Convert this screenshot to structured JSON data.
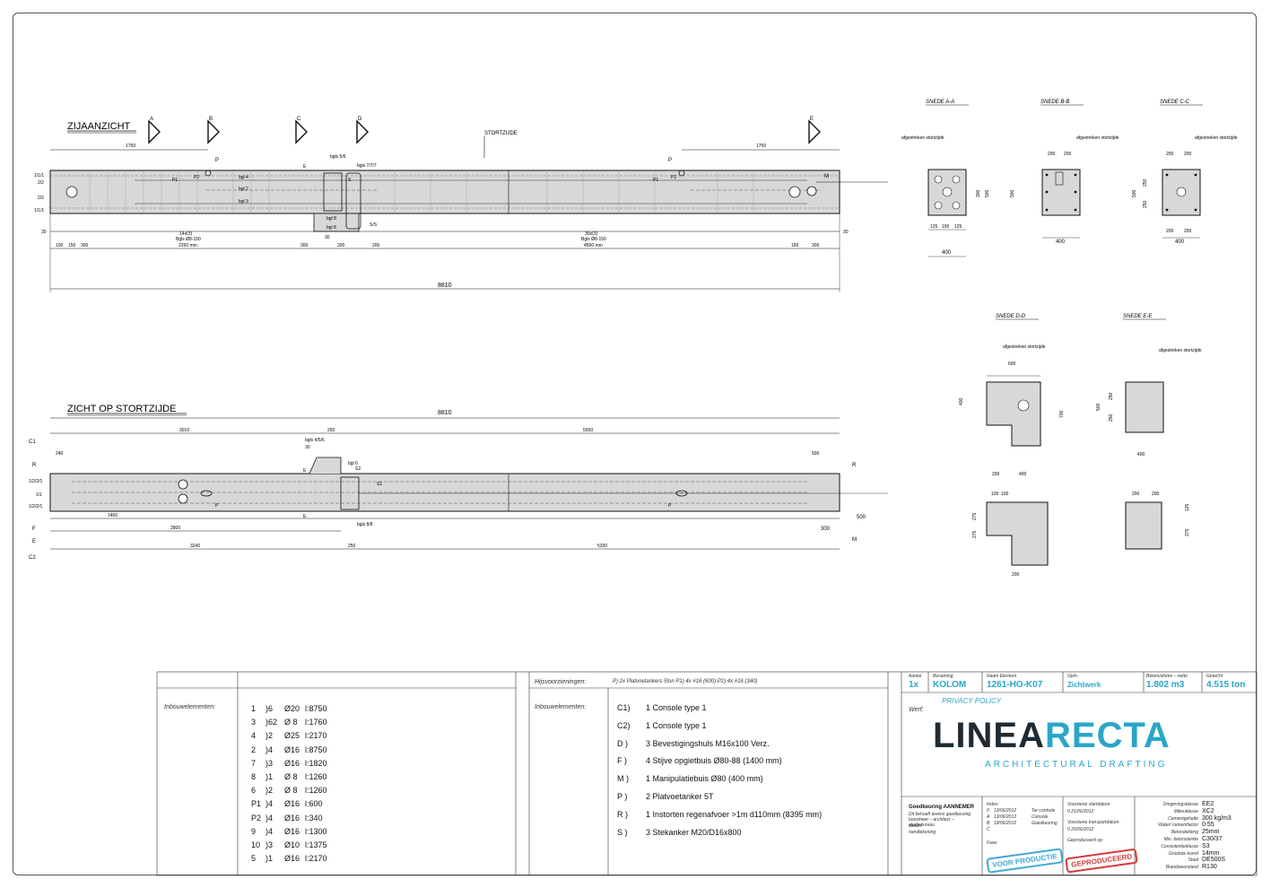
{
  "views": {
    "side": {
      "title": "ZIJAANZICHT",
      "length": "8810",
      "stortzijde": "STORTZIJDE",
      "dims_top": [
        "1750",
        "1750"
      ],
      "dims_bottom": [
        "100",
        "150",
        "300",
        "14x(3)",
        "Bgls Ø8-150",
        "2250 mm",
        "300",
        "200",
        "200",
        "30x(3)",
        "Bgls Ø8-150",
        "4500 mm",
        "150",
        "300"
      ],
      "section_marks": [
        "A",
        "B",
        "C",
        "D",
        "E"
      ],
      "edge_left": "30",
      "edge_right": "30",
      "labels": [
        "P",
        "P2",
        "P1",
        "P",
        "P2",
        "P1",
        "M",
        "E",
        "S",
        "bgls 5/6",
        "bgls 7/7/7",
        "bgl 4",
        "bgl 2",
        "bgl 3",
        "bgl 8",
        "bgl 8",
        "30",
        "S/S"
      ]
    },
    "top": {
      "title": "ZICHT OP STORTZIJDE",
      "length": "8810",
      "dims_top": [
        "3010",
        "250",
        "5550"
      ],
      "dims_bottom": [
        "1400",
        "2800",
        "3240",
        "250",
        "5330",
        "300",
        "500"
      ],
      "left_marks": [
        "C1",
        "R",
        "1/2/2/1",
        "1/1",
        "1/2/2/1",
        "F",
        "E",
        "C2"
      ],
      "right_marks": [
        "R",
        "M"
      ],
      "labels": [
        "240",
        "500",
        "bgls 4/5/6",
        "30",
        "bgl 6",
        "S2",
        "S1",
        "P",
        "P",
        "E",
        "E",
        "bgls 8/8"
      ]
    },
    "sections": [
      {
        "title": "SNEDE A-A",
        "width": "400",
        "height": "500",
        "dims": [
          "125",
          "150",
          "125",
          "300"
        ],
        "label": "afgestreken stortzijde"
      },
      {
        "title": "SNEDE B-B",
        "width": "400",
        "height": "500",
        "dims": [
          "200",
          "200"
        ],
        "label": "afgestreken stortzijde"
      },
      {
        "title": "SNEDE C-C",
        "width": "400",
        "height": "500",
        "dims": [
          "200",
          "200",
          "200",
          "200",
          "250",
          "250"
        ],
        "label": "afgestreken stortzijde"
      },
      {
        "title": "SNEDE D-D",
        "width": "600",
        "height": "700",
        "dims": [
          "200",
          "400",
          "400",
          "200",
          "100",
          "100",
          "275",
          "275"
        ],
        "label": "afgestreken stortzijde"
      },
      {
        "title": "SNEDE E-E",
        "width": "400",
        "height": "500",
        "dims": [
          "250",
          "250",
          "200",
          "200",
          "375",
          "125"
        ],
        "label": "afgestreken stortzijde"
      }
    ]
  },
  "rebar_table": {
    "header": "Inbouwelementen:",
    "rows": [
      {
        "pos": "1",
        "count": ")6",
        "dia": "Ø20",
        "len": "l:8750"
      },
      {
        "pos": "3",
        "count": ")62",
        "dia": "Ø 8",
        "len": "l:1760"
      },
      {
        "pos": "4",
        "count": ")2",
        "dia": "Ø25",
        "len": "l:2170"
      },
      {
        "pos": "2",
        "count": ")4",
        "dia": "Ø16",
        "len": "l:8750"
      },
      {
        "pos": "7",
        "count": ")3",
        "dia": "Ø16",
        "len": "l:1820"
      },
      {
        "pos": "8",
        "count": ")1",
        "dia": "Ø 8",
        "len": "l:1260"
      },
      {
        "pos": "6",
        "count": ")2",
        "dia": "Ø 8",
        "len": "l:1260"
      },
      {
        "pos": "P1",
        "count": ")4",
        "dia": "Ø16",
        "len": "l:600"
      },
      {
        "pos": "P2",
        "count": ")4",
        "dia": "Ø16",
        "len": "l:340"
      },
      {
        "pos": "9",
        "count": ")4",
        "dia": "Ø16",
        "len": "l:1300"
      },
      {
        "pos": "10",
        "count": ")3",
        "dia": "Ø10",
        "len": "l:1375"
      },
      {
        "pos": "5",
        "count": ")1",
        "dia": "Ø16",
        "len": "l:2170"
      }
    ]
  },
  "hoist_table": {
    "header": "Hijsvoorzieningen:",
    "hoist_text": "P)   2x  Platvoetankers 5ton   P1)   4x   #16 (600)      P2)   4x   #16 (340)",
    "inbouw_header": "Inbouwelementen:",
    "items": [
      {
        "code": "C1)",
        "text": "1 Console type 1"
      },
      {
        "code": "C2)",
        "text": "1 Console type 1"
      },
      {
        "code": "D )",
        "text": "3 Bevestigingshuls M16x100 Verz."
      },
      {
        "code": "F )",
        "text": "4 Stijve opgietbuis Ø80-88 (1400 mm)"
      },
      {
        "code": "M )",
        "text": "1 Manipulatiebuis Ø80 (400 mm)"
      },
      {
        "code": "P )",
        "text": "2 Platvoetanker 5T"
      },
      {
        "code": "R )",
        "text": "1 Instorten regenafvoer >1m d110mm (8395 mm)"
      },
      {
        "code": "S )",
        "text": "3 Stekanker M20/D16x800"
      }
    ]
  },
  "title_block": {
    "aantal_label": "Aantal",
    "aantal": "1x",
    "type_label": "Benaming",
    "type": "KOLOM",
    "element_label": "Naam Element",
    "element": "1261-HO-K07",
    "zicht_label": "Opm.",
    "zicht": "Zichtwerk",
    "volume_label": "Betonvolume – netto",
    "volume": "1.802 m3",
    "gewicht_label": "Gewicht",
    "gewicht": "4.515 ton",
    "privacy": "PRIVACY POLICY",
    "werf_label": "Werf:",
    "logo_main_a": "LINEA",
    "logo_main_b": "RECTA",
    "logo_sub": "ARCHITECTURAL DRAFTING",
    "goedkeuring_title": "Goedkeuring AANNEMER",
    "goedkeuring_text": "Dit behoeft tevens goedkeuring bouwheer – architect – studiebureau",
    "datum_label": "datum:",
    "handtekening_label": "handtekening:",
    "index_label": "Index:",
    "index_rows": [
      {
        "i": "0",
        "d": "13/06/2012",
        "t": "Ter controle"
      },
      {
        "i": "A",
        "d": "13/06/2012",
        "t": "Console"
      },
      {
        "i": "B",
        "d": "18/06/2012",
        "t": "Goedkeuring"
      },
      {
        "i": "C",
        "d": "",
        "t": ""
      }
    ],
    "fase_label": "Fase:",
    "start_label": "Voorziene startdatum:",
    "start_value": "0  21/06/2012",
    "transport_label": "Voorziene transportdatum:",
    "transport_value": "0  25/06/2012",
    "geproduceerd_label": "Geproduceerd op:",
    "stamp_productie": "VOOR PRODUCTIE",
    "stamp_geproduceerd": "GEPRODUCEERD",
    "specs": [
      {
        "k": "Omgevingsklasse",
        "v": "EE2"
      },
      {
        "k": "Milieuklasse",
        "v": "XC2"
      },
      {
        "k": "Cementgehalte",
        "v": "300 kg/m3"
      },
      {
        "k": "Water/ cementfactor",
        "v": "0.55"
      },
      {
        "k": "Betondekking",
        "v": "25mm"
      },
      {
        "k": "Min. betonsterkte",
        "v": "C30/37"
      },
      {
        "k": "Consistentieklasse",
        "v": "S3"
      },
      {
        "k": "Grootste korrel",
        "v": "14mm"
      },
      {
        "k": "Staal",
        "v": "DE500S"
      },
      {
        "k": "Brandweerstand",
        "v": "R130"
      }
    ]
  },
  "colors": {
    "accent": "#2aa6c8",
    "stamp_blue": "#3fa9d6",
    "stamp_red": "#d63b3b",
    "concrete": "#d8d8d8",
    "logo_dark": "#1f2a33"
  }
}
